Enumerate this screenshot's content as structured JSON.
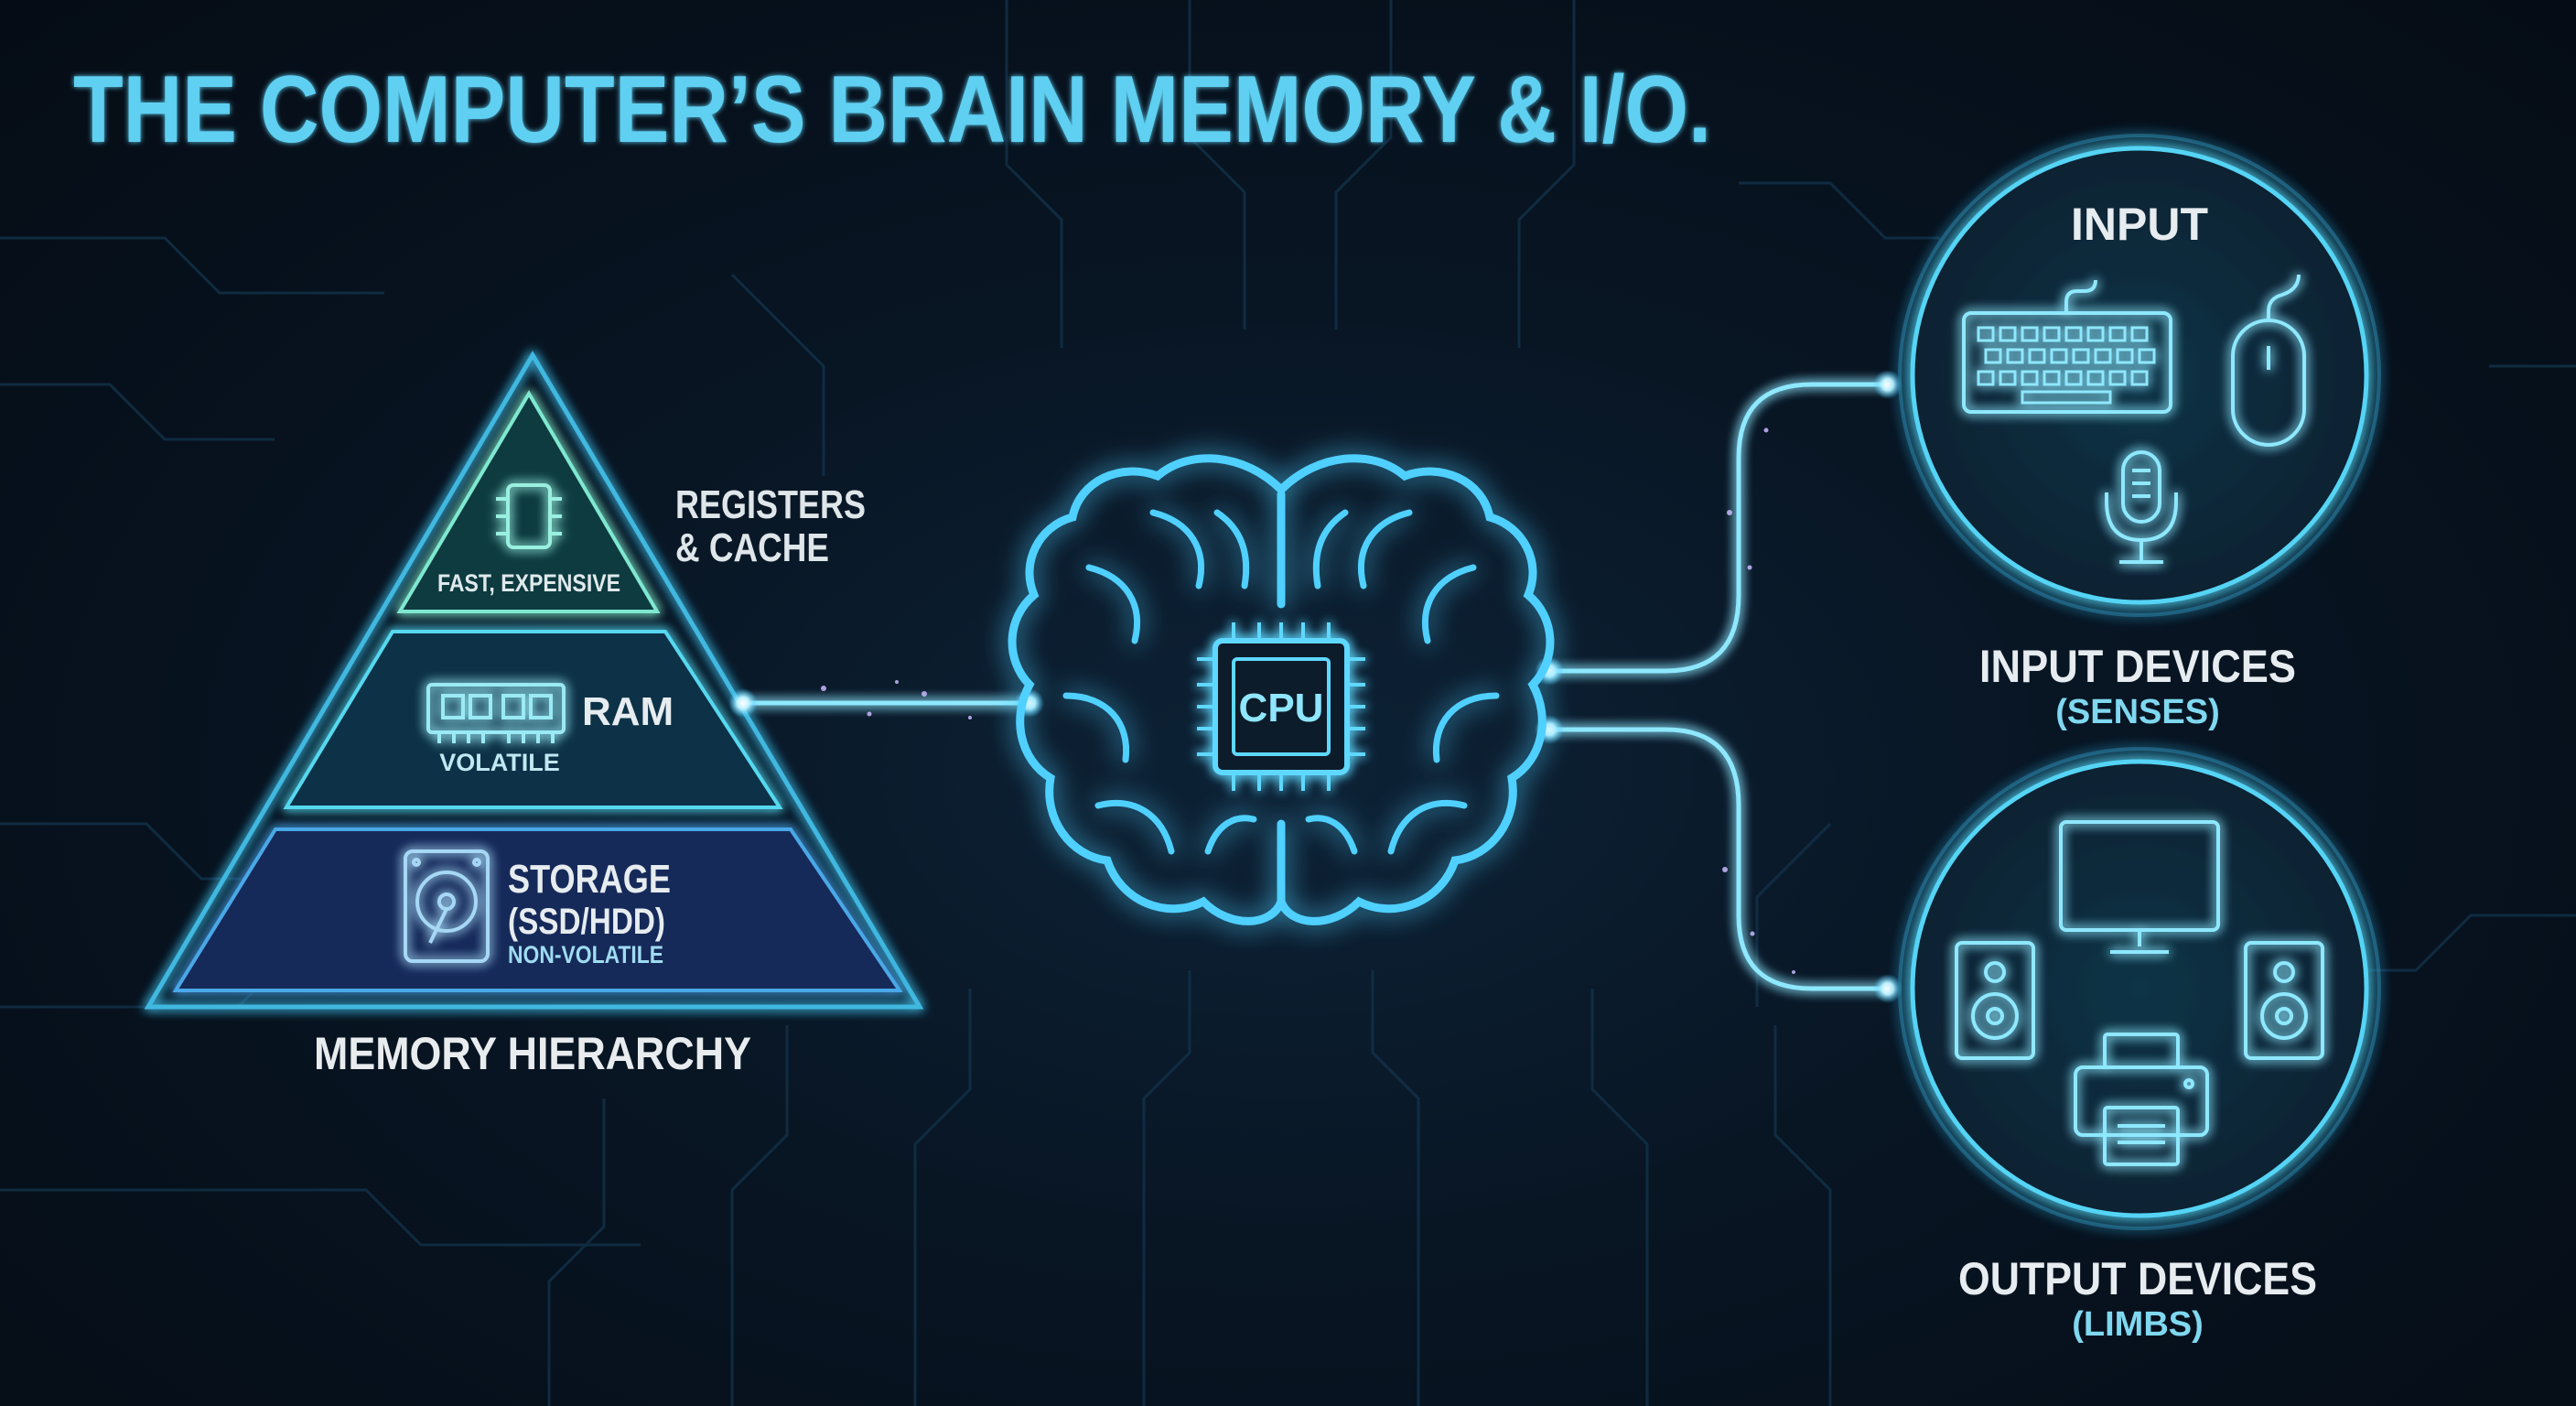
{
  "title": "THE COMPUTER’S BRAIN  MEMORY & I/O.",
  "pyramid": {
    "caption": "MEMORY HIERARCHY",
    "top": {
      "label_line1": "REGISTERS",
      "label_line2": "& CACHE",
      "note": "FAST, EXPENSIVE",
      "icon": "chip-icon"
    },
    "middle": {
      "label": "RAM",
      "note": "VOLATILE",
      "icon": "ram-icon"
    },
    "bottom": {
      "label_line1": "STORAGE",
      "label_line2": "(SSD/HDD)",
      "note": "NON-VOLATILE",
      "icon": "hard-drive-icon"
    }
  },
  "brain": {
    "chip_label": "CPU",
    "icon": "brain-icon"
  },
  "input_circle": {
    "heading": "INPUT",
    "caption": "INPUT DEVICES",
    "subcaption": "(SENSES)",
    "icons": [
      "keyboard-icon",
      "mouse-icon",
      "microphone-icon"
    ]
  },
  "output_circle": {
    "caption": "OUTPUT DEVICES",
    "subcaption": "(LIMBS)",
    "icons": [
      "monitor-icon",
      "speaker-icon",
      "printer-icon",
      "speaker-icon"
    ]
  },
  "colors": {
    "title": "#5fd0f2",
    "glow": "#39c6ff",
    "line": "#8ee8ff",
    "text": "#e6ecef",
    "subtext": "#7fd8f0",
    "background": "#07111d"
  }
}
